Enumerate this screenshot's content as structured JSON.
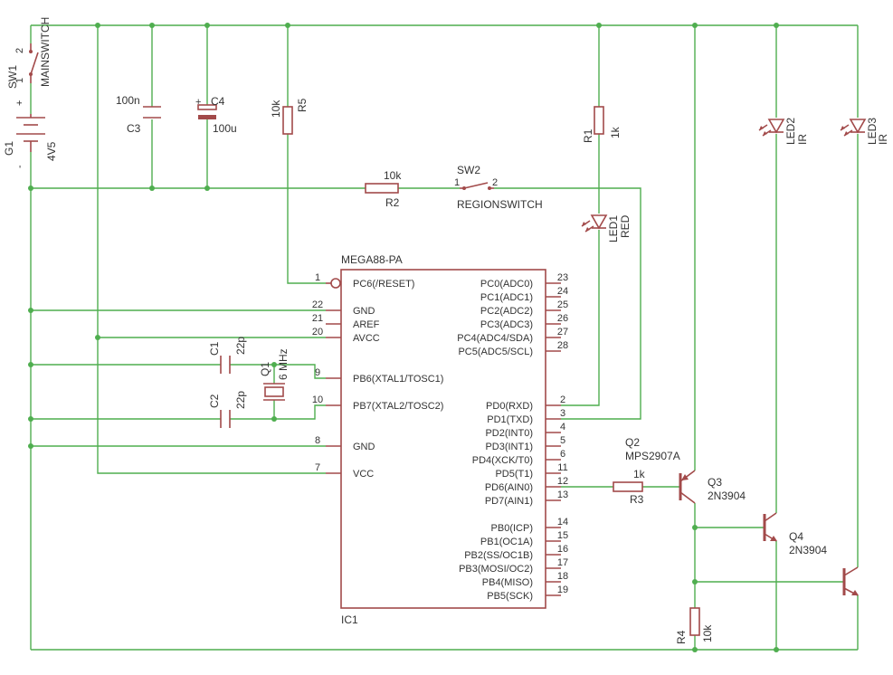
{
  "ic": {
    "type": "MEGA88-PA",
    "ref": "IC1",
    "left_pins": [
      {
        "num": "1",
        "name": "PC6(/RESET)"
      },
      {
        "num": "22",
        "name": "GND"
      },
      {
        "num": "21",
        "name": "AREF"
      },
      {
        "num": "20",
        "name": "AVCC"
      },
      {
        "num": "9",
        "name": "PB6(XTAL1/TOSC1)"
      },
      {
        "num": "10",
        "name": "PB7(XTAL2/TOSC2)"
      },
      {
        "num": "8",
        "name": "GND"
      },
      {
        "num": "7",
        "name": "VCC"
      }
    ],
    "right_pins": [
      {
        "num": "23",
        "name": "PC0(ADC0)"
      },
      {
        "num": "24",
        "name": "PC1(ADC1)"
      },
      {
        "num": "25",
        "name": "PC2(ADC2)"
      },
      {
        "num": "26",
        "name": "PC3(ADC3)"
      },
      {
        "num": "27",
        "name": "PC4(ADC4/SDA)"
      },
      {
        "num": "28",
        "name": "PC5(ADC5/SCL)"
      },
      {
        "num": "2",
        "name": "PD0(RXD)"
      },
      {
        "num": "3",
        "name": "PD1(TXD)"
      },
      {
        "num": "4",
        "name": "PD2(INT0)"
      },
      {
        "num": "5",
        "name": "PD3(INT1)"
      },
      {
        "num": "6",
        "name": "PD4(XCK/T0)"
      },
      {
        "num": "11",
        "name": "PD5(T1)"
      },
      {
        "num": "12",
        "name": "PD6(AIN0)"
      },
      {
        "num": "13",
        "name": "PD7(AIN1)"
      },
      {
        "num": "14",
        "name": "PB0(ICP)"
      },
      {
        "num": "15",
        "name": "PB1(OC1A)"
      },
      {
        "num": "16",
        "name": "PB2(SS/OC1B)"
      },
      {
        "num": "17",
        "name": "PB3(MOSI/OC2)"
      },
      {
        "num": "18",
        "name": "PB4(MISO)"
      },
      {
        "num": "19",
        "name": "PB5(SCK)"
      }
    ]
  },
  "components": {
    "sw1": {
      "ref": "SW1",
      "value": "MAINSWITCH",
      "pin1": "1",
      "pin2": "2"
    },
    "g1": {
      "ref": "G1",
      "value": "4V5",
      "plus": "+",
      "minus": "-"
    },
    "c3": {
      "ref": "C3",
      "value": "100n"
    },
    "c4": {
      "ref": "C4",
      "value": "100u",
      "plus": "+"
    },
    "r5": {
      "ref": "R5",
      "value": "10k"
    },
    "r2": {
      "ref": "R2",
      "value": "10k"
    },
    "sw2": {
      "ref": "SW2",
      "value": "REGIONSWITCH",
      "pin1": "1",
      "pin2": "2"
    },
    "r1": {
      "ref": "R1",
      "value": "1k"
    },
    "led1": {
      "ref": "LED1",
      "value": "RED"
    },
    "led2": {
      "ref": "LED2",
      "value": "IR"
    },
    "led3": {
      "ref": "LED3",
      "value": "IR"
    },
    "c1": {
      "ref": "C1",
      "value": "22p"
    },
    "c2": {
      "ref": "C2",
      "value": "22p"
    },
    "q1": {
      "ref": "Q1",
      "value": "6 MHz"
    },
    "r3": {
      "ref": "R3",
      "value": "1k"
    },
    "q2": {
      "ref": "Q2",
      "value": "MPS2907A"
    },
    "q3": {
      "ref": "Q3",
      "value": "2N3904"
    },
    "q4": {
      "ref": "Q4",
      "value": "2N3904"
    },
    "r4": {
      "ref": "R4",
      "value": "10k"
    }
  }
}
